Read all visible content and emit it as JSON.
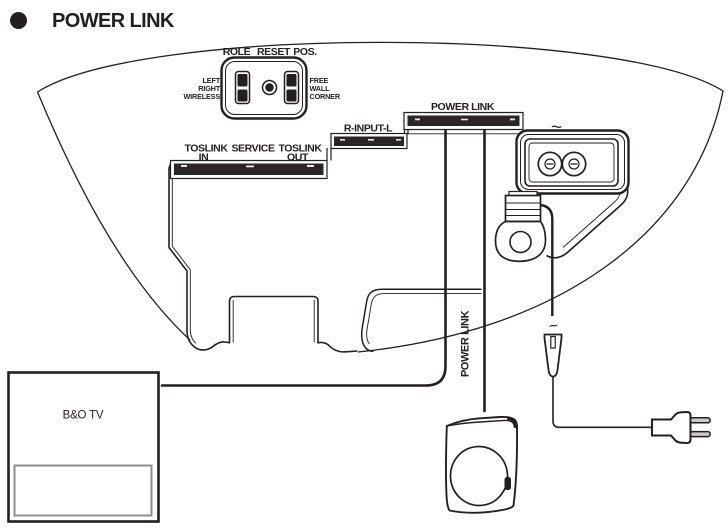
{
  "header": {
    "title": "POWER LINK"
  },
  "switch_panel": {
    "top_labels": [
      "ROLE",
      "RESET",
      "POS."
    ],
    "left_labels": [
      "LEFT",
      "RIGHT",
      "WIRELESS"
    ],
    "right_labels": [
      "FREE",
      "WALL",
      "CORNER"
    ]
  },
  "connectors": {
    "toslink_in_line1": "TOSLINK",
    "toslink_in_line2": "IN",
    "service": "SERVICE",
    "toslink_out_line1": "TOSLINK",
    "toslink_out_line2": "OUT",
    "r_input": "R-INPUT-L",
    "power_link": "POWER LINK",
    "mains_symbol": "~"
  },
  "cables": {
    "power_link_label": "POWER LINK",
    "mains_plug_symbol": "~"
  },
  "tv": {
    "label": "B&O TV"
  },
  "colors": {
    "ink": "#231f20",
    "pin_fill": "#c9c9c9",
    "tv_inner_stroke": "#8f8f8f"
  }
}
